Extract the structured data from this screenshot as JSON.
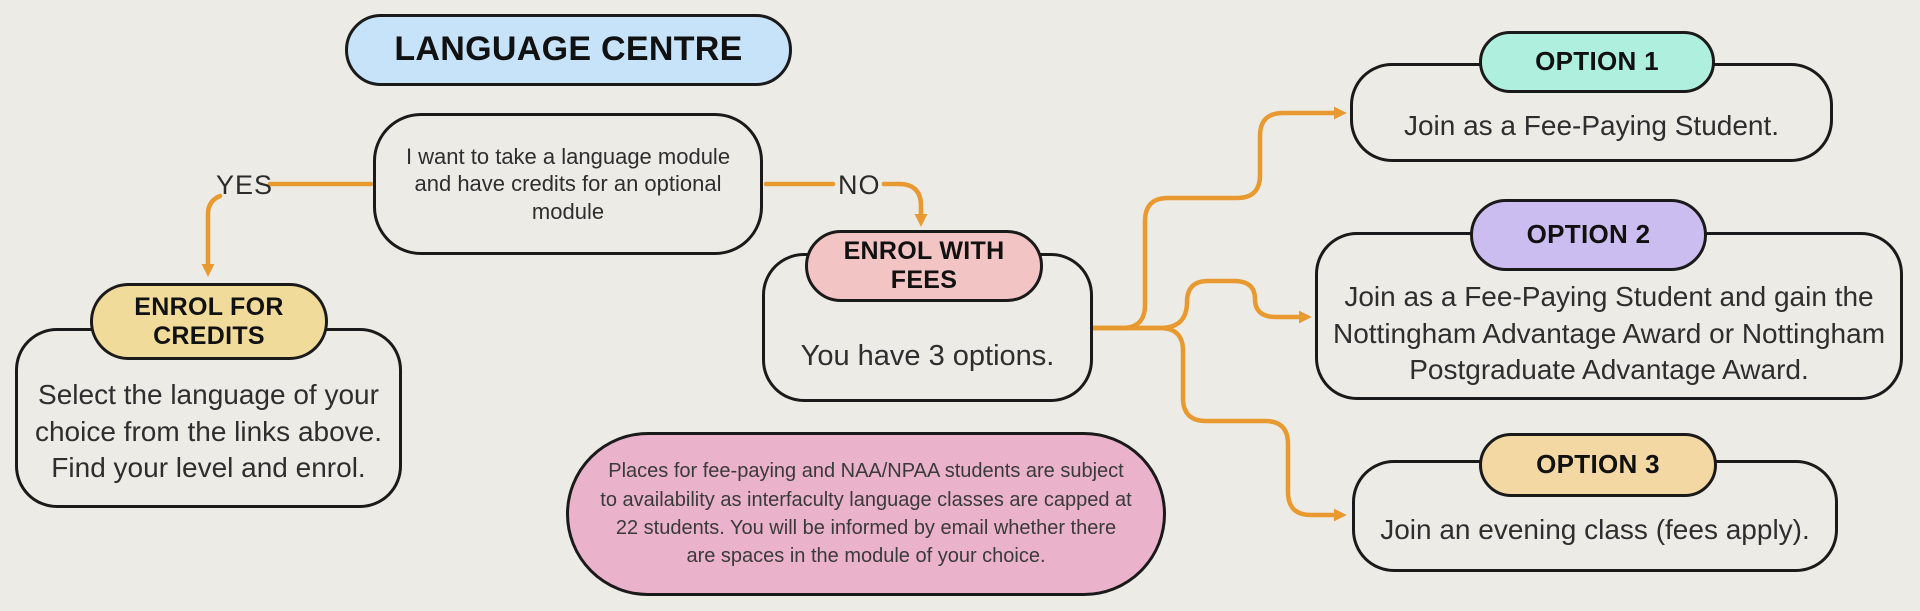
{
  "canvas": {
    "background": "#ECEBE6",
    "border_color": "#1A1A1A",
    "connector_color": "#E8992F",
    "text_color": "#2E2E2E"
  },
  "title": {
    "label": "LANGUAGE CENTRE",
    "bg": "#C7E3F9"
  },
  "question": {
    "text": "I want to take a language module and have credits for an optional module"
  },
  "flow_labels": {
    "yes": "YES",
    "no": "NO"
  },
  "credits": {
    "pill_label": "ENROL FOR CREDITS",
    "pill_bg": "#F1DB9B",
    "text": "Select the language of your choice from the links above. Find your level and enrol."
  },
  "fees": {
    "pill_label": "ENROL WITH FEES",
    "pill_bg": "#F2C4C3",
    "text": "You have 3 options."
  },
  "options": [
    {
      "pill_label": "OPTION 1",
      "pill_bg": "#AEEFDD",
      "text": "Join as a Fee-Paying Student."
    },
    {
      "pill_label": "OPTION 2",
      "pill_bg": "#CCBDF1",
      "text": "Join as a Fee-Paying Student and gain the Nottingham Advantage Award or Nottingham Postgraduate Advantage Award."
    },
    {
      "pill_label": "OPTION 3",
      "pill_bg": "#F3D8A3",
      "text": "Join an evening class (fees apply)."
    }
  ],
  "note": {
    "bg": "#EAB2CB",
    "text": "Places for fee-paying and NAA/NPAA students are subject to availability as interfaculty language classes are capped at 22 students.  You will be informed by email whether there are spaces in the module of your choice."
  }
}
